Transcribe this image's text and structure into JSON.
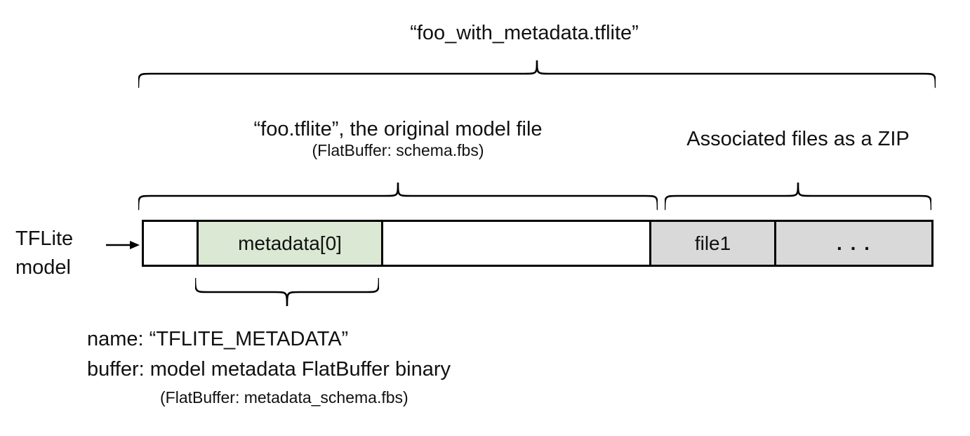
{
  "diagram": {
    "title": "“foo_with_metadata.tflite”",
    "model_file_label": "“foo.tflite”, the original model file",
    "model_file_sublabel": "(FlatBuffer: schema.fbs)",
    "associated_files_label": "Associated files as a ZIP",
    "pointer_label_line1": "TFLite",
    "pointer_label_line2": "model",
    "bar_segments": [
      {
        "label": ""
      },
      {
        "label": "metadata[0]"
      },
      {
        "label": ""
      },
      {
        "label": "file1"
      },
      {
        "label": ". . ."
      }
    ],
    "metadata_annotation": {
      "name_line": "name: “TFLITE_METADATA”",
      "buffer_line": "buffer: model metadata FlatBuffer binary",
      "schema_line": "(FlatBuffer: metadata_schema.fbs)"
    },
    "colors": {
      "metadata_fill": "#dbe9d4",
      "file_fill": "#d9d9d9",
      "stroke": "#000000",
      "text": "#111111"
    }
  }
}
